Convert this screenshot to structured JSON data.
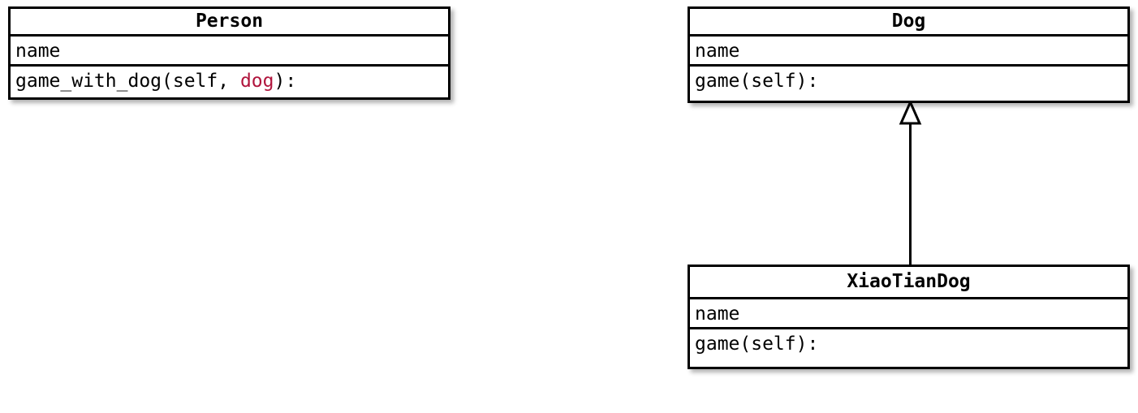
{
  "diagram": {
    "type": "uml-class-diagram",
    "background_color": "#FFFFFF",
    "stroke_color": "#000000",
    "highlight_color": "#B0143C"
  },
  "classes": [
    {
      "id": "person",
      "name": "Person",
      "attributes": [
        "name"
      ],
      "methods_prefix": "game_with_dog(self, ",
      "methods_param": "dog",
      "methods_suffix": "):",
      "method_full": "game_with_dog(self, dog):"
    },
    {
      "id": "dog",
      "name": "Dog",
      "attributes": [
        "name"
      ],
      "method_full": "game(self):"
    },
    {
      "id": "xiaotiandog",
      "name": "XiaoTianDog",
      "attributes": [
        "name"
      ],
      "method_full": "game(self):"
    }
  ],
  "relationships": [
    {
      "id": "inheritance-xiaotiandog-dog",
      "kind": "generalization",
      "arrow": "hollow-triangle",
      "from": "XiaoTianDog",
      "to": "Dog"
    }
  ]
}
